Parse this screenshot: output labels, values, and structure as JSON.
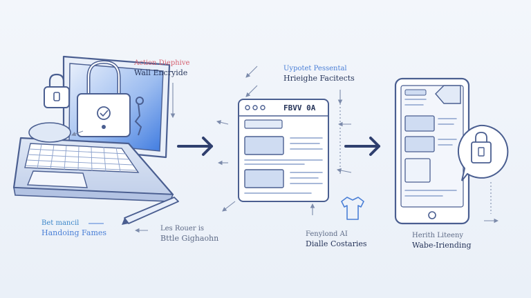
{
  "labels": {
    "top_left": {
      "line1": "Action Diephive",
      "line2": "Wall Encryide"
    },
    "top_center": {
      "line1": "Uypotet Pessental",
      "line2": "Hrieighe Facitects"
    },
    "bottom_left": {
      "line1": "Bet mancil",
      "line2": "Handoing Fames"
    },
    "bottom_center_left": {
      "line1": "Les Rouer is",
      "line2": "Bttle Gighaohn"
    },
    "bottom_center_right": {
      "line1": "Fenylond AI",
      "line2": "Dialle Costaries"
    },
    "bottom_right": {
      "line1": "Herith Liteeny",
      "line2": "Wabe-Iriending"
    }
  },
  "browser_window": {
    "title": "FBVV  0A"
  },
  "colors": {
    "outline": "#4a5e90",
    "screen_blue": "#3f7be0",
    "panel_fill": "#cfdcf2",
    "arrow": "#2f3f6e",
    "accent_red": "#d4606f",
    "accent_blue": "#4a7fd6"
  },
  "icons": [
    "laptop-icon",
    "padlock-icon",
    "browser-window-icon",
    "mobile-phone-icon",
    "shield-lock-icon",
    "pen-icon"
  ]
}
